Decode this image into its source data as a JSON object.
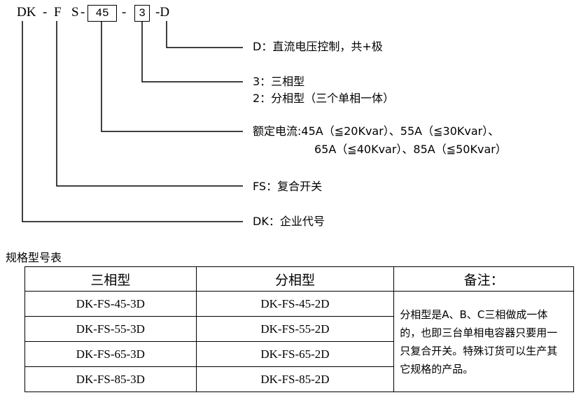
{
  "model_code": {
    "dk": "DK",
    "dash1": "-",
    "f": "F",
    "s": "S",
    "dash2": "-",
    "current": "45",
    "dash3": "-",
    "phase": "3",
    "suffix": "-D"
  },
  "descriptions": {
    "d": "D：直流电压控制，共+极",
    "three_phase": "3：三相型",
    "split_phase": "2：分相型（三个单相一体）",
    "current_line1": "额定电流:45A（≦20Kvar）、55A（≦30Kvar）、",
    "current_line2": "65A（≦40Kvar）、85A（≦50Kvar）",
    "fs": "FS：复合开关",
    "dk": "DK：企业代号"
  },
  "table": {
    "title": "规格型号表",
    "headers": [
      "三相型",
      "分相型",
      "备注："
    ],
    "rows": [
      [
        "DK-FS-45-3D",
        "DK-FS-45-2D"
      ],
      [
        "DK-FS-55-3D",
        "DK-FS-55-2D"
      ],
      [
        "DK-FS-65-3D",
        "DK-FS-65-2D"
      ],
      [
        "DK-FS-85-3D",
        "DK-FS-85-2D"
      ]
    ],
    "note": "分相型是A、B、C三相做成一体的，也即三台单相电容器只要用一只复合开关。特殊订货可以生产其它规格的产品。"
  }
}
